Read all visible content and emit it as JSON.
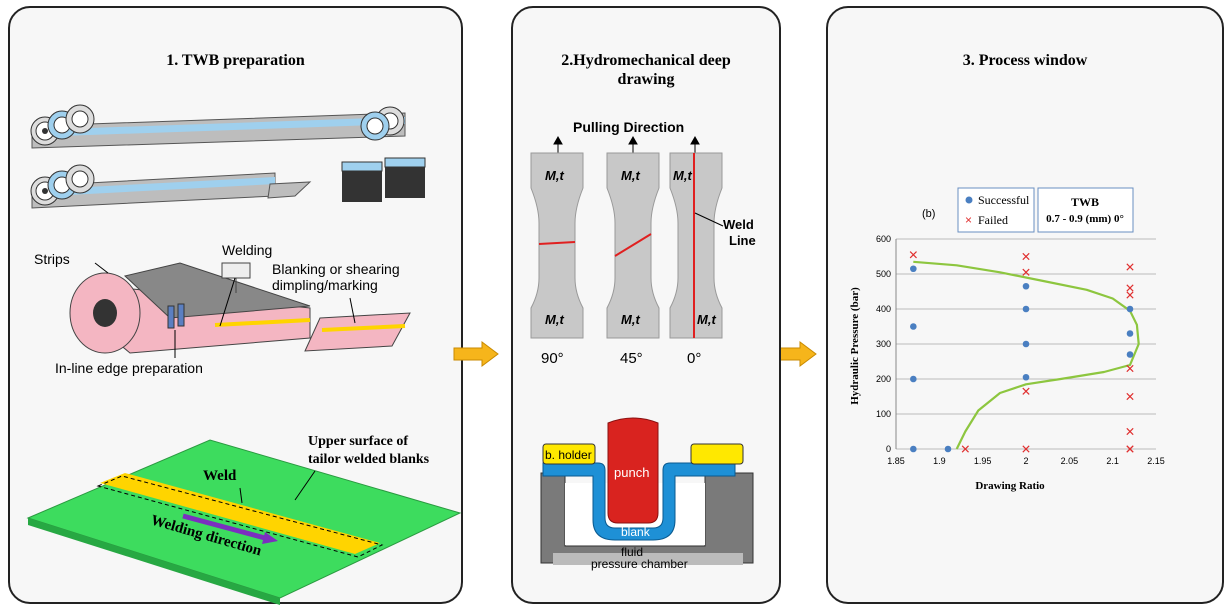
{
  "panel1": {
    "title": "1. TWB preparation",
    "labels": {
      "strips": "Strips",
      "welding": "Welding",
      "blanking": "Blanking or shearing",
      "dimpling": "dimpling/marking",
      "edge_prep": "In-line edge preparation",
      "weld": "Weld",
      "upper1": "Upper surface of",
      "upper2": "tailor welded blanks",
      "weld_dir": "Welding direction"
    },
    "colors": {
      "pink": "#f4b6c2",
      "green": "#3ddc5e",
      "yellow": "#ffd400",
      "blue": "#9fd0ee",
      "purple": "#7b2fbf"
    }
  },
  "panel2": {
    "title_line1": "2.Hydromechanical deep",
    "title_line2": "drawing",
    "pulling": "Pulling Direction",
    "mt": "M,t",
    "weld_line1": "Weld",
    "weld_line2": "Line",
    "angles": [
      "90°",
      "45°",
      "0°"
    ],
    "die": {
      "holder": "b. holder",
      "punch": "punch",
      "blank": "blank",
      "fluid": "fluid",
      "chamber": "pressure chamber"
    },
    "colors": {
      "punch": "#d9231f",
      "blank": "#1e90d6",
      "holder": "#ffe800",
      "die": "#7a7a7a"
    }
  },
  "panel3": {
    "title": "3. Process window",
    "legend": {
      "success": "Successful",
      "failed": "Failed"
    },
    "twb_line1": "TWB",
    "twb_line2": "0.7 - 0.9 (mm) 0°",
    "panel_label": "(b)"
  },
  "chart_data": {
    "type": "scatter",
    "xlabel": "Drawing Ratio",
    "ylabel": "Hydraulic Pressure (bar)",
    "xlim": [
      1.85,
      2.15
    ],
    "ylim": [
      0,
      600
    ],
    "xticks": [
      "1.85",
      "1.9",
      "1.95",
      "2",
      "2.05",
      "2.1",
      "2.15"
    ],
    "yticks": [
      "0",
      "100",
      "200",
      "300",
      "400",
      "500",
      "600"
    ],
    "grid": "horizontal",
    "series": [
      {
        "name": "Successful",
        "marker": "circle",
        "color": "#4a7fc1",
        "x": [
          1.87,
          1.87,
          1.87,
          1.87,
          1.91,
          2.0,
          2.0,
          2.0,
          2.0,
          2.12,
          2.12,
          2.12
        ],
        "y": [
          515,
          350,
          200,
          0,
          0,
          465,
          400,
          300,
          205,
          400,
          330,
          270
        ]
      },
      {
        "name": "Failed",
        "marker": "x",
        "color": "#e03030",
        "x": [
          1.87,
          1.93,
          2.0,
          2.0,
          2.0,
          2.0,
          2.12,
          2.12,
          2.12,
          2.12,
          2.12,
          2.12,
          2.12,
          2.12
        ],
        "y": [
          555,
          0,
          550,
          505,
          165,
          0,
          520,
          460,
          440,
          230,
          150,
          50,
          0,
          0
        ]
      }
    ],
    "boundary": {
      "x": [
        1.87,
        1.92,
        1.97,
        2.02,
        2.07,
        2.1,
        2.12,
        2.128,
        2.13,
        2.12,
        2.09,
        2.04,
        2.0,
        1.97,
        1.945,
        1.93,
        1.92
      ],
      "y": [
        535,
        525,
        505,
        480,
        455,
        430,
        395,
        355,
        300,
        240,
        220,
        200,
        185,
        160,
        110,
        50,
        0
      ],
      "color": "#8dc63f"
    }
  }
}
